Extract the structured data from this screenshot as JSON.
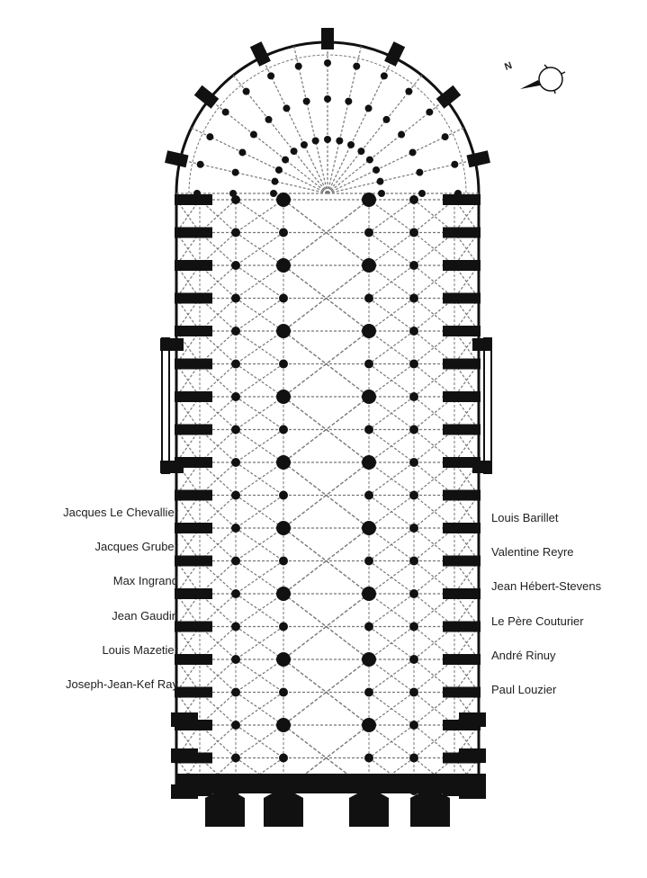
{
  "title": "Floor plan with stained glass window artists",
  "compass": {
    "label": "N",
    "icon": "compass-icon"
  },
  "labels_left": [
    "Jacques Le Chevallier",
    "Jacques Gruber",
    "Max Ingrand",
    "Jean Gaudin",
    "Louis Mazetier",
    "Joseph-Jean-Kef Ray"
  ],
  "labels_right": [
    "Louis Barillet",
    "Valentine Reyre",
    "Jean Hébert-Stevens",
    "Le Père Couturier",
    "André Rinuy",
    "Paul Louzier"
  ],
  "colors": {
    "ink": "#111111",
    "line": "#777777",
    "bg": "#ffffff"
  }
}
